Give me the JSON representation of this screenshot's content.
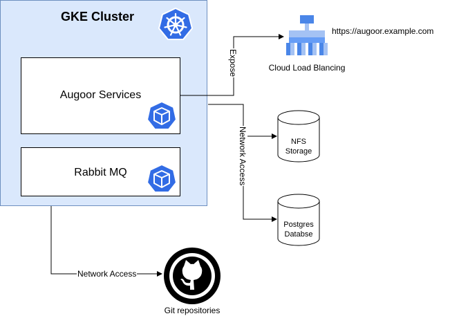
{
  "cluster": {
    "title": "GKE Cluster"
  },
  "services": {
    "augoor": "Augoor Services",
    "rabbit": "Rabbit MQ"
  },
  "load_balancer": {
    "label": "Cloud Load Blancing",
    "url": "https://augoor.example.com"
  },
  "edges": {
    "expose": "Expose",
    "network_access_right": "Network Access",
    "network_access_bottom": "Network Access"
  },
  "storage": {
    "nfs": [
      "NFS",
      "Storage"
    ],
    "postgres": [
      "Postgres",
      "Databse"
    ]
  },
  "git": {
    "label": "Git repositories"
  },
  "colors": {
    "cluster_fill": "#dae8fc",
    "cluster_border": "#6c8ebf",
    "k8s_blue": "#326ce5",
    "lb_blue": "#4a86e8",
    "lb_light": "#a4c2f4"
  }
}
